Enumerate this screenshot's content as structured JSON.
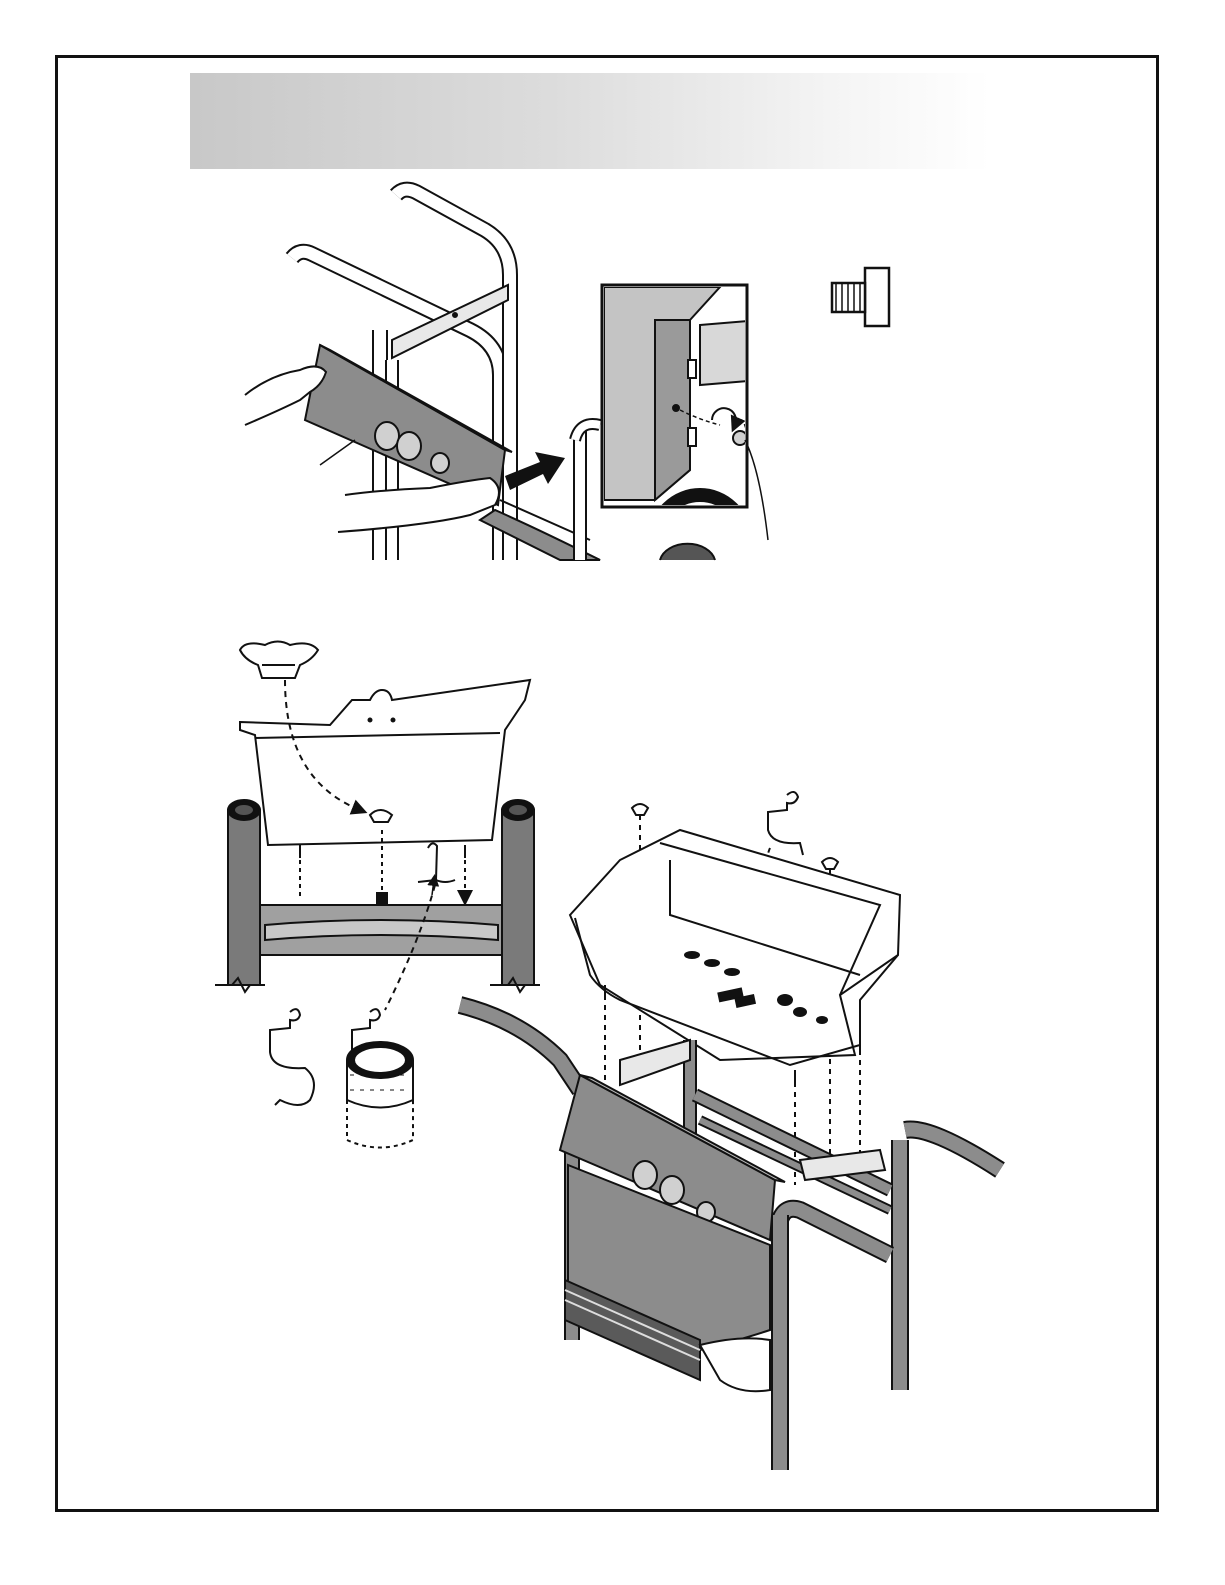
{
  "page": {
    "header_text": "",
    "colors": {
      "border": "#111111",
      "header_band_start": "#c8c8c8",
      "header_band_end": "#ffffff",
      "panel_gray": "#8c8c8c",
      "frame_gray": "#7a7a7a",
      "light_gray": "#d6d6d6"
    },
    "illustrations": [
      {
        "name": "step-control-panel-install",
        "icon": "control-panel-icon"
      },
      {
        "name": "detail-inset-knob-screw",
        "icon": "screw-detail-icon"
      },
      {
        "name": "step-firebox-mount",
        "icon": "firebox-icon"
      }
    ]
  }
}
